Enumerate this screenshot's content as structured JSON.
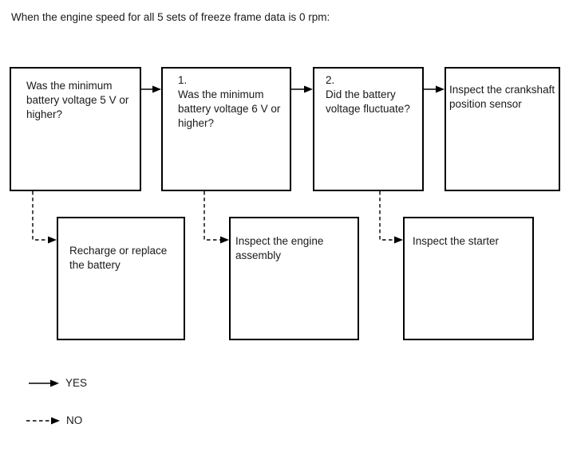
{
  "title": "When the engine speed for all 5 sets of freeze frame data is 0 rpm:",
  "flowchart": {
    "top_row": [
      {
        "number": "",
        "label": "Was the minimum battery voltage 5 V or higher?"
      },
      {
        "number": "1.",
        "label": "Was the minimum battery voltage 6 V or higher?"
      },
      {
        "number": "2.",
        "label": "Did the battery voltage fluctuate?"
      },
      {
        "number": "",
        "label": "Inspect the crankshaft position sensor"
      }
    ],
    "bottom_row": [
      {
        "label": "Recharge or replace the battery"
      },
      {
        "label": "Inspect the engine assembly"
      },
      {
        "label": "Inspect the starter"
      }
    ]
  },
  "legend": {
    "yes_label": "YES",
    "no_label": "NO"
  },
  "colors": {
    "line": "#000000",
    "background": "#ffffff",
    "text": "#1a1a1a"
  }
}
